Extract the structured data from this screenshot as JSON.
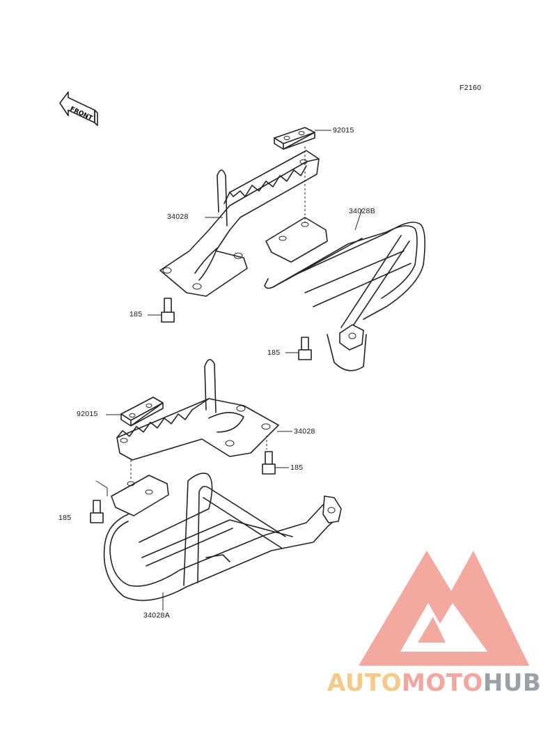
{
  "figure_id": "F2160",
  "front_marker": "FRONT",
  "labels": {
    "pad_top": "92015",
    "step_top": "34028",
    "guard_top": "34028B",
    "bolt_top_left": "185",
    "bolt_top_right": "185",
    "pad_bottom": "92015",
    "step_bottom": "34028",
    "bolt_bottom_right": "185",
    "bolt_bottom_left": "185",
    "guard_bottom": "34028A"
  },
  "watermark": {
    "part1": "AUTO",
    "part2": "MOTO",
    "part3": "HUB",
    "colors": {
      "auto": "#f5c98a",
      "moto": "#f3a6a0",
      "hub": "#9aa0a6",
      "logo": "#f08a80"
    }
  }
}
